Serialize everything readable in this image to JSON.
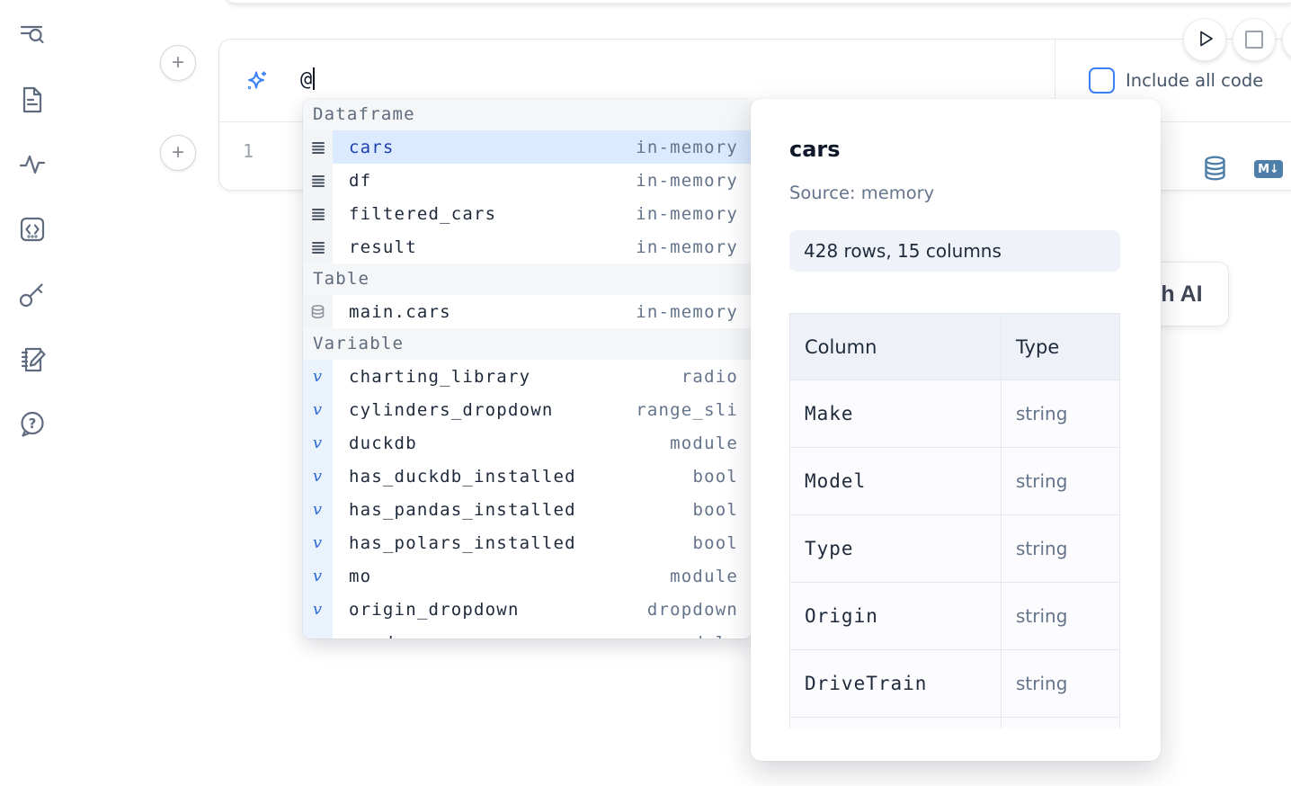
{
  "prompt": {
    "value": "@",
    "checkbox_label": "Include all code"
  },
  "editor": {
    "line_number": "1"
  },
  "toolbar": {
    "markdown_badge": "M↓"
  },
  "ai_button": {
    "label": "h AI"
  },
  "autocomplete": {
    "sections": [
      {
        "label": "Dataframe",
        "items": [
          {
            "name": "cars",
            "type": "in-memory",
            "selected": true
          },
          {
            "name": "df",
            "type": "in-memory"
          },
          {
            "name": "filtered_cars",
            "type": "in-memory"
          },
          {
            "name": "result",
            "type": "in-memory"
          }
        ]
      },
      {
        "label": "Table",
        "items": [
          {
            "name": "main.cars",
            "type": "in-memory"
          }
        ]
      },
      {
        "label": "Variable",
        "items": [
          {
            "name": "charting_library",
            "type": "radio"
          },
          {
            "name": "cylinders_dropdown",
            "type": "range_sli"
          },
          {
            "name": "duckdb",
            "type": "module"
          },
          {
            "name": "has_duckdb_installed",
            "type": "bool"
          },
          {
            "name": "has_pandas_installed",
            "type": "bool"
          },
          {
            "name": "has_polars_installed",
            "type": "bool"
          },
          {
            "name": "mo",
            "type": "module"
          },
          {
            "name": "origin_dropdown",
            "type": "dropdown"
          },
          {
            "name": "pandas",
            "type": "module"
          }
        ]
      }
    ]
  },
  "preview": {
    "title": "cars",
    "source_label": "Source: memory",
    "shape_badge": "428 rows, 15 columns",
    "table": {
      "col_header": "Column",
      "type_header": "Type",
      "rows": [
        [
          "Make",
          "string"
        ],
        [
          "Model",
          "string"
        ],
        [
          "Type",
          "string"
        ],
        [
          "Origin",
          "string"
        ],
        [
          "DriveTrain",
          "string"
        ]
      ]
    }
  },
  "variable_glyph": "v",
  "colors": {
    "accent": "#3b82f6",
    "steel_blue": "#4d7fa8",
    "selected_bg": "#dbeafe"
  }
}
